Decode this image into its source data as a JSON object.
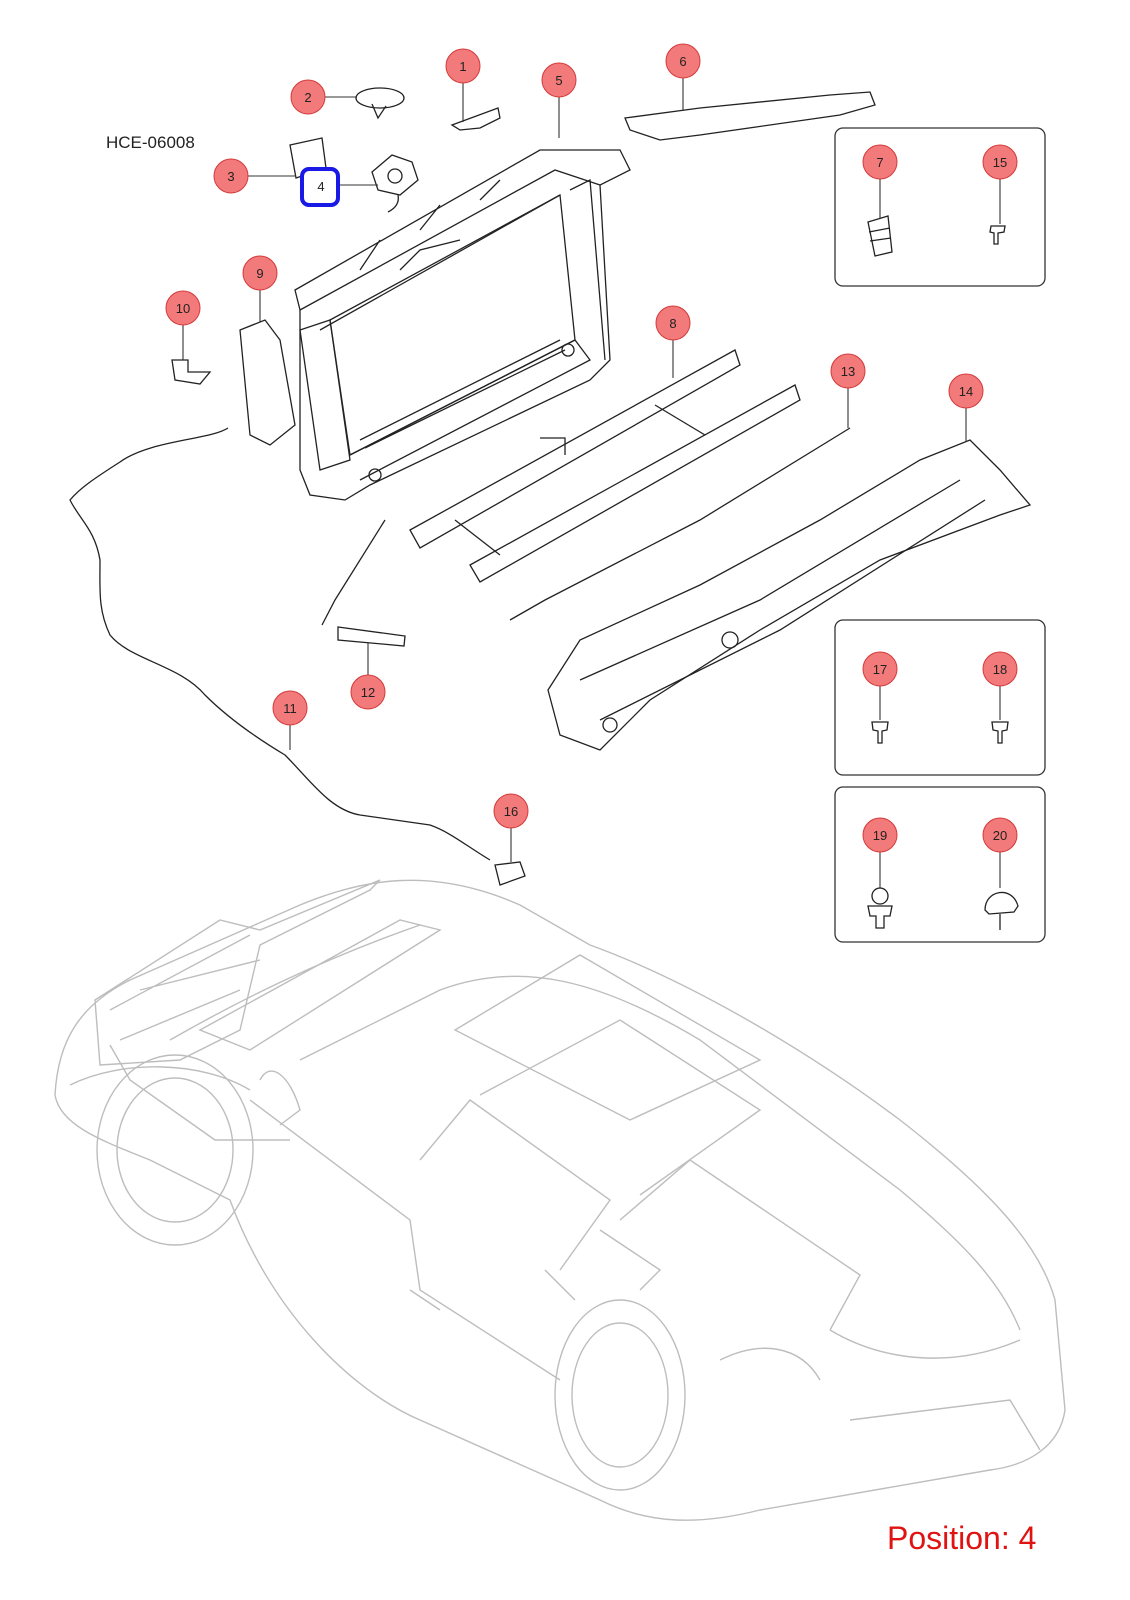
{
  "diagram_code": "HCE-06008",
  "position_caption": "Position: 4",
  "highlight_color": "#1a1ae6",
  "callout_color": "#f27a7a",
  "callouts": [
    {
      "id": "1",
      "label": "1",
      "highlighted": false
    },
    {
      "id": "2",
      "label": "2",
      "highlighted": false
    },
    {
      "id": "3",
      "label": "3",
      "highlighted": false
    },
    {
      "id": "4",
      "label": "4",
      "highlighted": true
    },
    {
      "id": "5",
      "label": "5",
      "highlighted": false
    },
    {
      "id": "6",
      "label": "6",
      "highlighted": false
    },
    {
      "id": "7",
      "label": "7",
      "highlighted": false
    },
    {
      "id": "8",
      "label": "8",
      "highlighted": false
    },
    {
      "id": "9",
      "label": "9",
      "highlighted": false
    },
    {
      "id": "10",
      "label": "10",
      "highlighted": false
    },
    {
      "id": "11",
      "label": "11",
      "highlighted": false
    },
    {
      "id": "12",
      "label": "12",
      "highlighted": false
    },
    {
      "id": "13",
      "label": "13",
      "highlighted": false
    },
    {
      "id": "14",
      "label": "14",
      "highlighted": false
    },
    {
      "id": "15",
      "label": "15",
      "highlighted": false
    },
    {
      "id": "16",
      "label": "16",
      "highlighted": false
    },
    {
      "id": "17",
      "label": "17",
      "highlighted": false
    },
    {
      "id": "18",
      "label": "18",
      "highlighted": false
    },
    {
      "id": "19",
      "label": "19",
      "highlighted": false
    },
    {
      "id": "20",
      "label": "20",
      "highlighted": false
    }
  ]
}
